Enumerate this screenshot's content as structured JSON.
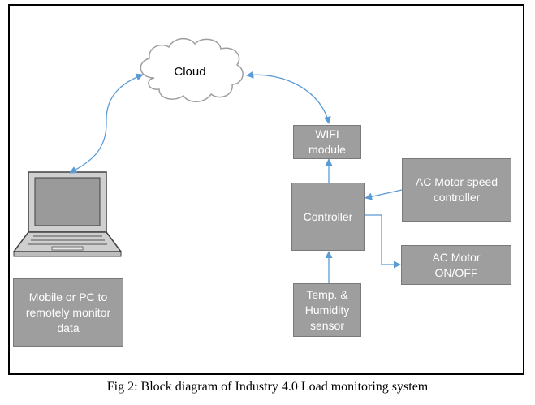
{
  "diagram": {
    "cloud_label": "Cloud",
    "wifi_module": "WIFI\nmodule",
    "controller": "Controller",
    "ac_speed": "AC Motor speed\ncontroller",
    "ac_onoff": "AC Motor\nON/OFF",
    "sensor": "Temp. &\nHumidity\nsensor",
    "pc_box": "Mobile or PC to\nremotely monitor\ndata",
    "icons": [
      "cloud-icon",
      "laptop-icon"
    ],
    "colors": {
      "block": "#9e9e9e",
      "arrow": "#5b9bd5"
    }
  },
  "caption": "Fig 2: Block diagram of Industry 4.0 Load monitoring system"
}
